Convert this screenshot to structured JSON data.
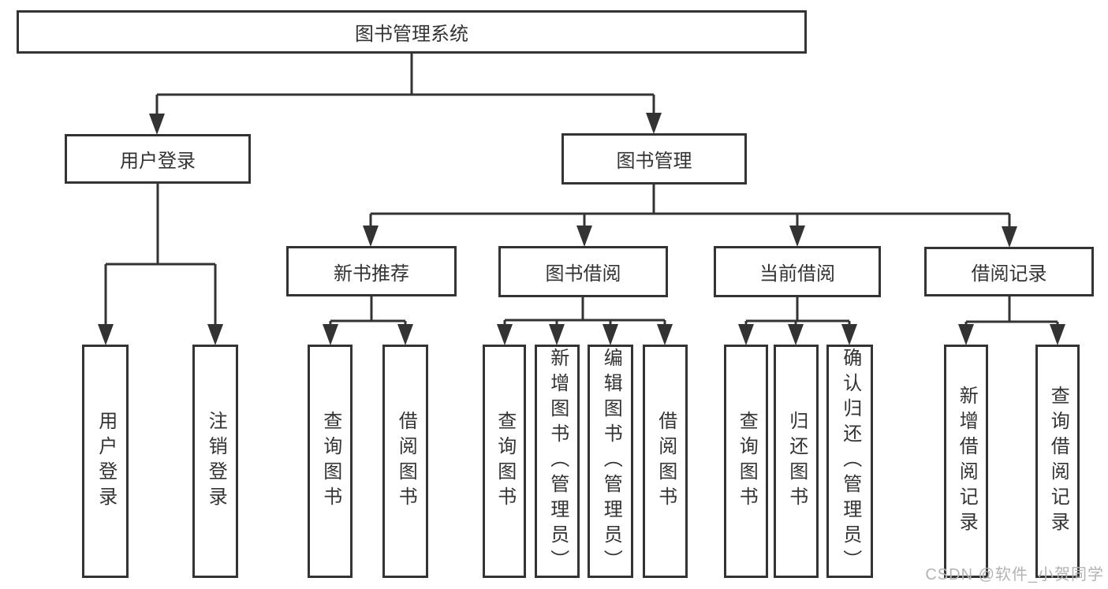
{
  "tree": {
    "label": "图书管理系统",
    "children": [
      {
        "label": "用户登录",
        "children": [
          {
            "label": "用户登录"
          },
          {
            "label": "注销登录"
          }
        ]
      },
      {
        "label": "图书管理",
        "children": [
          {
            "label": "新书推荐",
            "children": [
              {
                "label": "查询图书"
              },
              {
                "label": "借阅图书"
              }
            ]
          },
          {
            "label": "图书借阅",
            "children": [
              {
                "label": "查询图书"
              },
              {
                "label": "新增图书（管理员）"
              },
              {
                "label": "编辑图书（管理员）"
              },
              {
                "label": "借阅图书"
              }
            ]
          },
          {
            "label": "当前借阅",
            "children": [
              {
                "label": "查询图书"
              },
              {
                "label": "归还图书"
              },
              {
                "label": "确认归还（管理员）"
              }
            ]
          },
          {
            "label": "借阅记录",
            "children": [
              {
                "label": "新增借阅记录"
              },
              {
                "label": "查询借阅记录"
              }
            ]
          }
        ]
      }
    ]
  },
  "watermark": {
    "text": "CSDN @软件_小贺同学"
  },
  "colors": {
    "line": "#333333",
    "box_border": "#333333",
    "text": "#333333",
    "background": "#ffffff",
    "watermark": "#b3b3b3"
  }
}
